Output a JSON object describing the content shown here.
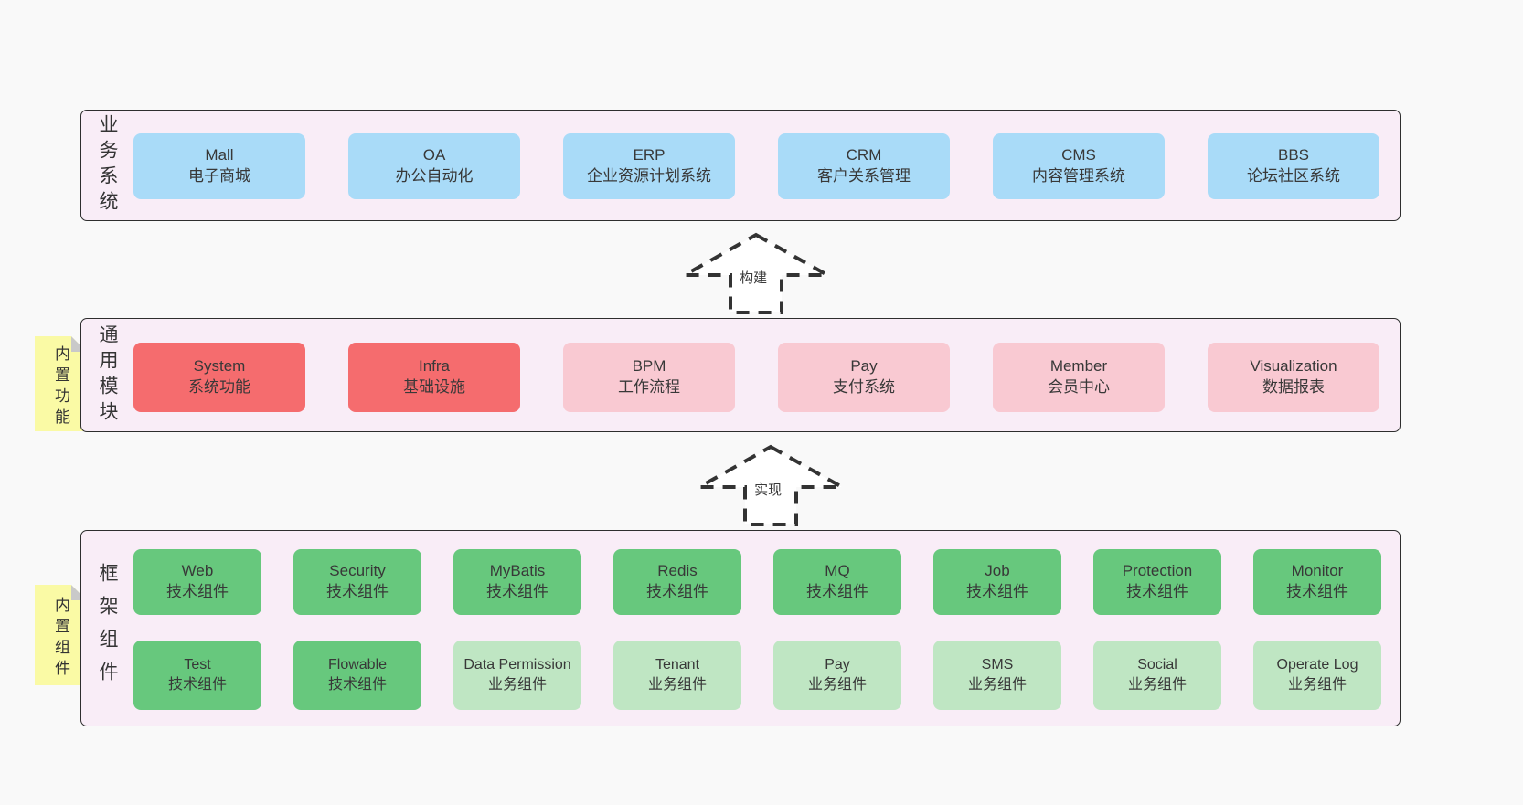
{
  "colors": {
    "page_bg": "#f9f9f9",
    "band_bg": "#f9edf7",
    "band_border": "#2e2e2e",
    "blue": "#a9dbf8",
    "red": "#f56c6e",
    "pink": "#f9c9d2",
    "green": "#67c87d",
    "light_green": "#bfe6c3",
    "sticky_yellow": "#fafaa5",
    "sticky_fold": "#c9c9c9",
    "text": "#3c3c3c"
  },
  "arrows": [
    {
      "label": "构建"
    },
    {
      "label": "实现"
    }
  ],
  "bands": [
    {
      "label": "业务系统",
      "sticky": null,
      "rows": [
        [
          {
            "en": "Mall",
            "zh": "电子商城",
            "type": "blue"
          },
          {
            "en": "OA",
            "zh": "办公自动化",
            "type": "blue"
          },
          {
            "en": "ERP",
            "zh": "企业资源计划系统",
            "type": "blue"
          },
          {
            "en": "CRM",
            "zh": "客户关系管理",
            "type": "blue"
          },
          {
            "en": "CMS",
            "zh": "内容管理系统",
            "type": "blue"
          },
          {
            "en": "BBS",
            "zh": "论坛社区系统",
            "type": "blue"
          }
        ]
      ]
    },
    {
      "label": "通用模块",
      "sticky": "内置功能",
      "rows": [
        [
          {
            "en": "System",
            "zh": "系统功能",
            "type": "red"
          },
          {
            "en": "Infra",
            "zh": "基础设施",
            "type": "red"
          },
          {
            "en": "BPM",
            "zh": "工作流程",
            "type": "pink"
          },
          {
            "en": "Pay",
            "zh": "支付系统",
            "type": "pink"
          },
          {
            "en": "Member",
            "zh": "会员中心",
            "type": "pink"
          },
          {
            "en": "Visualization",
            "zh": "数据报表",
            "type": "pink"
          }
        ]
      ]
    },
    {
      "label": "框架组件",
      "sticky": "内置组件",
      "rows": [
        [
          {
            "en": "Web",
            "zh": "技术组件",
            "type": "green"
          },
          {
            "en": "Security",
            "zh": "技术组件",
            "type": "green"
          },
          {
            "en": "MyBatis",
            "zh": "技术组件",
            "type": "green"
          },
          {
            "en": "Redis",
            "zh": "技术组件",
            "type": "green"
          },
          {
            "en": "MQ",
            "zh": "技术组件",
            "type": "green"
          },
          {
            "en": "Job",
            "zh": "技术组件",
            "type": "green"
          },
          {
            "en": "Protection",
            "zh": "技术组件",
            "type": "green"
          },
          {
            "en": "Monitor",
            "zh": "技术组件",
            "type": "green"
          }
        ],
        [
          {
            "en": "Test",
            "zh": "技术组件",
            "type": "green"
          },
          {
            "en": "Flowable",
            "zh": "技术组件",
            "type": "green"
          },
          {
            "en": "Data Permission",
            "zh": "业务组件",
            "type": "lightgreen"
          },
          {
            "en": "Tenant",
            "zh": "业务组件",
            "type": "lightgreen"
          },
          {
            "en": "Pay",
            "zh": "业务组件",
            "type": "lightgreen"
          },
          {
            "en": "SMS",
            "zh": "业务组件",
            "type": "lightgreen"
          },
          {
            "en": "Social",
            "zh": "业务组件",
            "type": "lightgreen"
          },
          {
            "en": "Operate Log",
            "zh": "业务组件",
            "type": "lightgreen"
          }
        ]
      ]
    }
  ]
}
